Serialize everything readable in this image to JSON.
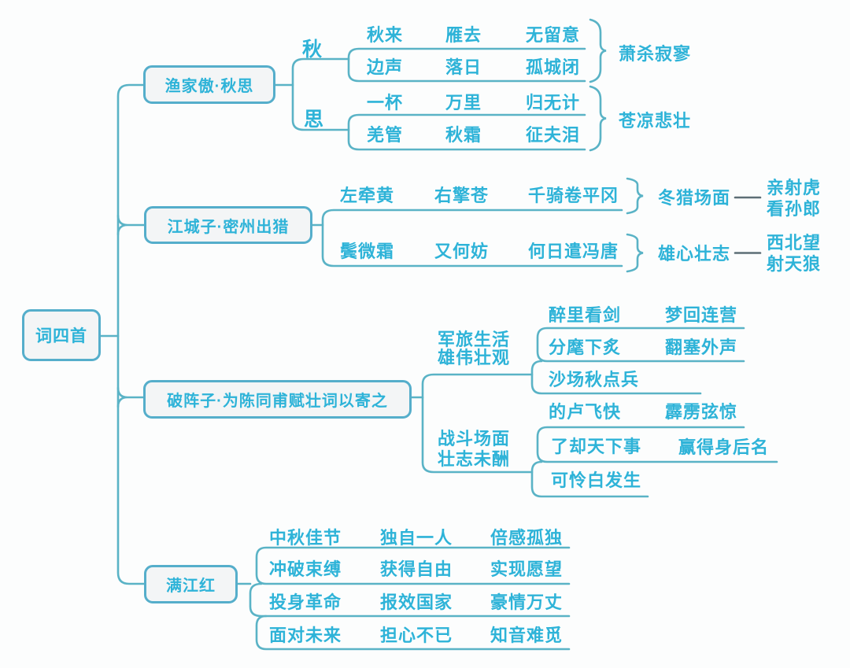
{
  "colors": {
    "teal_text": "#2eb3d8",
    "line": "#5ab3c6",
    "dash": "#5d6e76",
    "node_fill": "#f3f5f6",
    "node_border": "#55aecb"
  },
  "root": {
    "label": "词四首"
  },
  "branches": {
    "yujiaao": {
      "title": "渔家傲·秋思",
      "qiu": {
        "label": "秋",
        "r1": [
          "秋来",
          "雁去",
          "无留意"
        ],
        "r2": [
          "边声",
          "落日",
          "孤城闭"
        ],
        "summary": "萧杀寂寥"
      },
      "si": {
        "label": "思",
        "r1": [
          "一杯",
          "万里",
          "归无计"
        ],
        "r2": [
          "羌管",
          "秋霜",
          "征夫泪"
        ],
        "summary": "苍凉悲壮"
      }
    },
    "jiangchengzi": {
      "title": "江城子·密州出猎",
      "r1": [
        "左牵黄",
        "右擎苍",
        "千骑卷平冈"
      ],
      "s1": "冬猎场面",
      "n1": [
        "亲射虎",
        "看孙郎"
      ],
      "r2": [
        "鬓微霜",
        "又何妨",
        "何日遣冯唐"
      ],
      "s2": "雄心壮志",
      "n2": [
        "西北望",
        "射天狼"
      ]
    },
    "pozhenzi": {
      "title": "破阵子·为陈同甫赋壮词以寄之",
      "g1": {
        "label": [
          "军旅生活",
          "雄伟壮观"
        ],
        "r1": [
          "醉里看剑",
          "梦回连营"
        ],
        "r2": [
          "分麾下炙",
          "翻塞外声"
        ],
        "r3": "沙场秋点兵"
      },
      "g2": {
        "label": [
          "战斗场面",
          "壮志未酬"
        ],
        "r1": [
          "的卢飞快",
          "霹雳弦惊"
        ],
        "r2": [
          "了却天下事",
          "赢得身后名"
        ],
        "r3": "可怜白发生"
      }
    },
    "manjianghong": {
      "title": "满江红",
      "rows": [
        [
          "中秋佳节",
          "独自一人",
          "倍感孤独"
        ],
        [
          "冲破束缚",
          "获得自由",
          "实现愿望"
        ],
        [
          "投身革命",
          "报效国家",
          "豪情万丈"
        ],
        [
          "面对未来",
          "担心不已",
          "知音难觅"
        ]
      ]
    }
  }
}
